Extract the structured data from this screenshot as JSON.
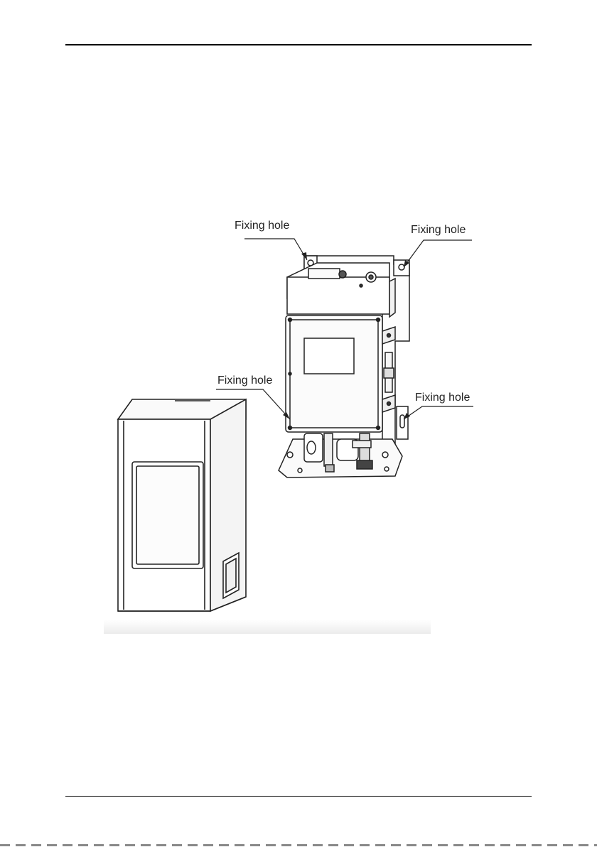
{
  "figure": {
    "callouts": [
      {
        "label": "Fixing hole"
      },
      {
        "label": "Fixing hole"
      },
      {
        "label": "Fixing hole"
      },
      {
        "label": "Fixing hole"
      }
    ]
  }
}
